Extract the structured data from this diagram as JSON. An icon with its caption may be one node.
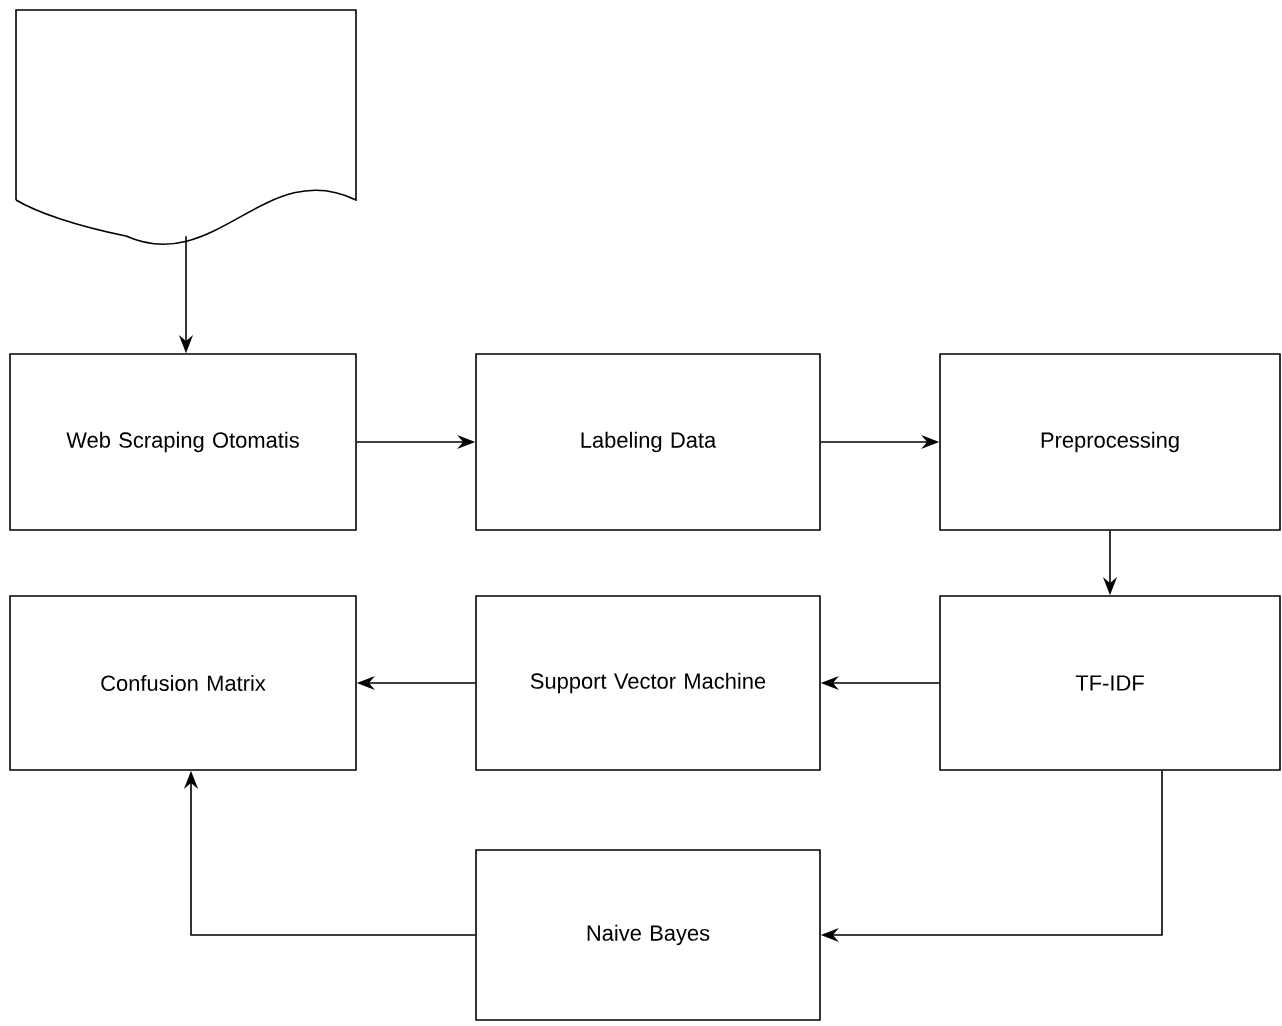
{
  "diagram": {
    "nodes": [
      {
        "text": [],
        "shape": "document"
      },
      {
        "text": [
          "Web Scraping Otomatis"
        ]
      },
      {
        "text": [
          "Labeling Data"
        ]
      },
      {
        "text": [
          "Preprocessing"
        ]
      },
      {
        "text": [
          "TF-IDF"
        ]
      },
      {
        "text": [
          "Support Vector Machine"
        ]
      },
      {
        "text": [
          "Confusion Matrix"
        ]
      },
      {
        "text": [
          "Naive Bayes"
        ]
      }
    ],
    "edges": [
      {
        "from": 0,
        "to": 1,
        "arrow": "to"
      },
      {
        "from": 1,
        "to": 2,
        "arrow": "to"
      },
      {
        "from": 2,
        "to": 3,
        "arrow": "to"
      },
      {
        "from": 3,
        "to": 4,
        "arrow": "to"
      },
      {
        "from": 4,
        "to": 5,
        "arrow": "to"
      },
      {
        "from": 5,
        "to": 6,
        "arrow": "to"
      },
      {
        "from": 4,
        "to": 7,
        "arrow": "to"
      },
      {
        "from": 7,
        "to": 6,
        "arrow": "to"
      }
    ]
  }
}
